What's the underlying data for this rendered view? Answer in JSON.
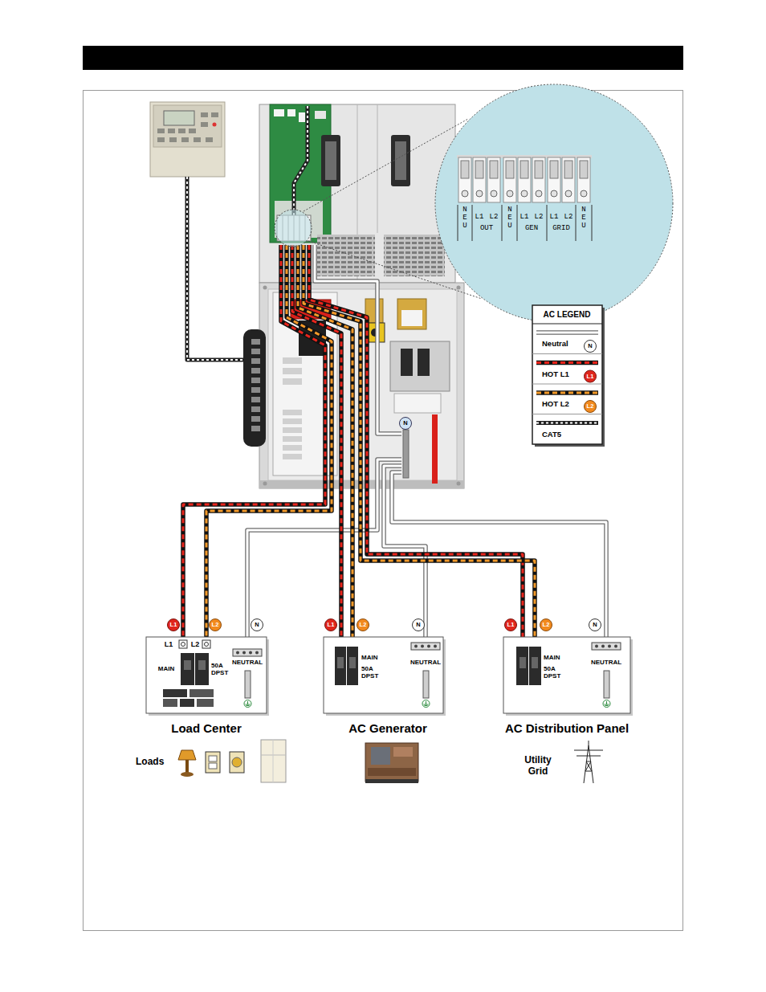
{
  "diagram": {
    "nodes": [
      {
        "text": [
          "NEU",
          "L1",
          "L2",
          "OUT",
          "NEU",
          "L1",
          "L2",
          "GEN",
          "L1",
          "L2",
          "GRID",
          "NEU"
        ]
      },
      {
        "text": [
          "Load Center",
          "L1",
          "L2",
          "MAIN",
          "50A DPST",
          "NEUTRAL"
        ]
      },
      {
        "text": [
          "AC Generator",
          "MAIN",
          "50A DPST",
          "NEUTRAL"
        ]
      },
      {
        "text": [
          "AC Distribution Panel",
          "MAIN",
          "50A DPST",
          "NEUTRAL"
        ]
      }
    ],
    "labels": [
      "L1",
      "L2",
      "N",
      "L1",
      "L2",
      "N",
      "L1",
      "L2",
      "N",
      "Loads",
      "Utility Grid",
      "AC LEGEND",
      "N",
      "L1",
      "L2",
      "N"
    ],
    "legend": [
      {
        "text": "Neutral"
      },
      {
        "text": "HOT L1"
      },
      {
        "text": "HOT L2"
      },
      {
        "text": "CAT5"
      }
    ]
  }
}
